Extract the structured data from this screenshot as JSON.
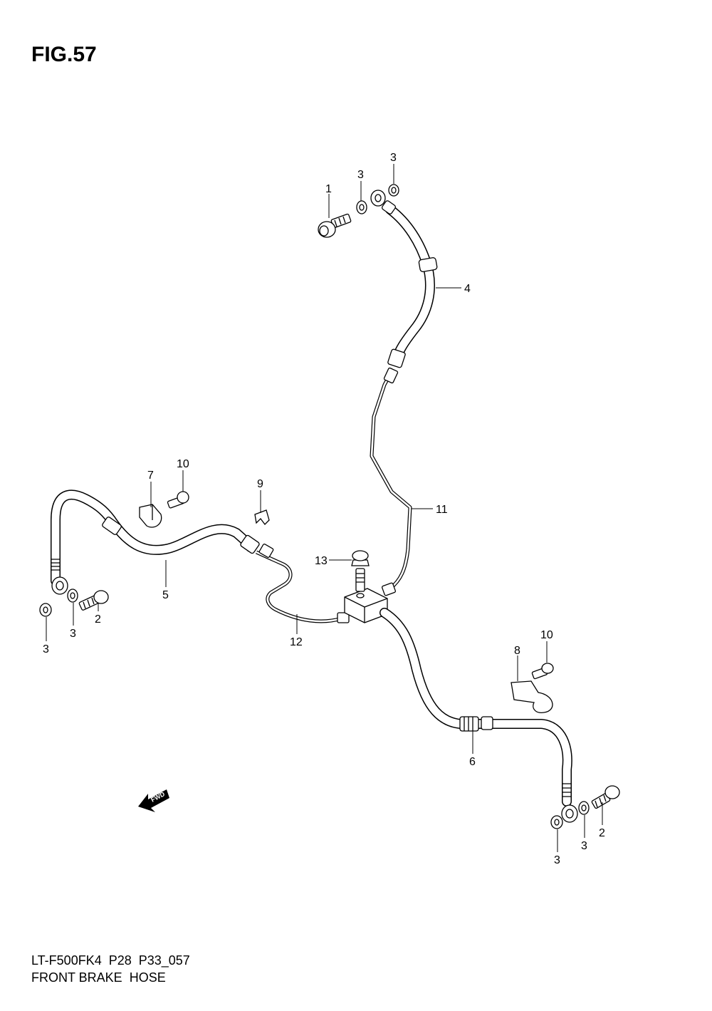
{
  "figure": {
    "title": "FIG.57",
    "model_code": "LT-F500FK4  P28  P33_057",
    "diagram_name": "FRONT BRAKE  HOSE"
  },
  "direction_arrow": {
    "label": "FWD",
    "icon": "fwd-arrow-icon"
  },
  "callouts": {
    "c1": "1",
    "c3a": "3",
    "c3b": "3",
    "c4": "4",
    "c7": "7",
    "c10a": "10",
    "c9": "9",
    "c11": "11",
    "c13": "13",
    "c5": "5",
    "c2a": "2",
    "c3c": "3",
    "c3d": "3",
    "c12": "12",
    "c10b": "10",
    "c8": "8",
    "c6": "6",
    "c2b": "2",
    "c3e": "3",
    "c3f": "3"
  }
}
